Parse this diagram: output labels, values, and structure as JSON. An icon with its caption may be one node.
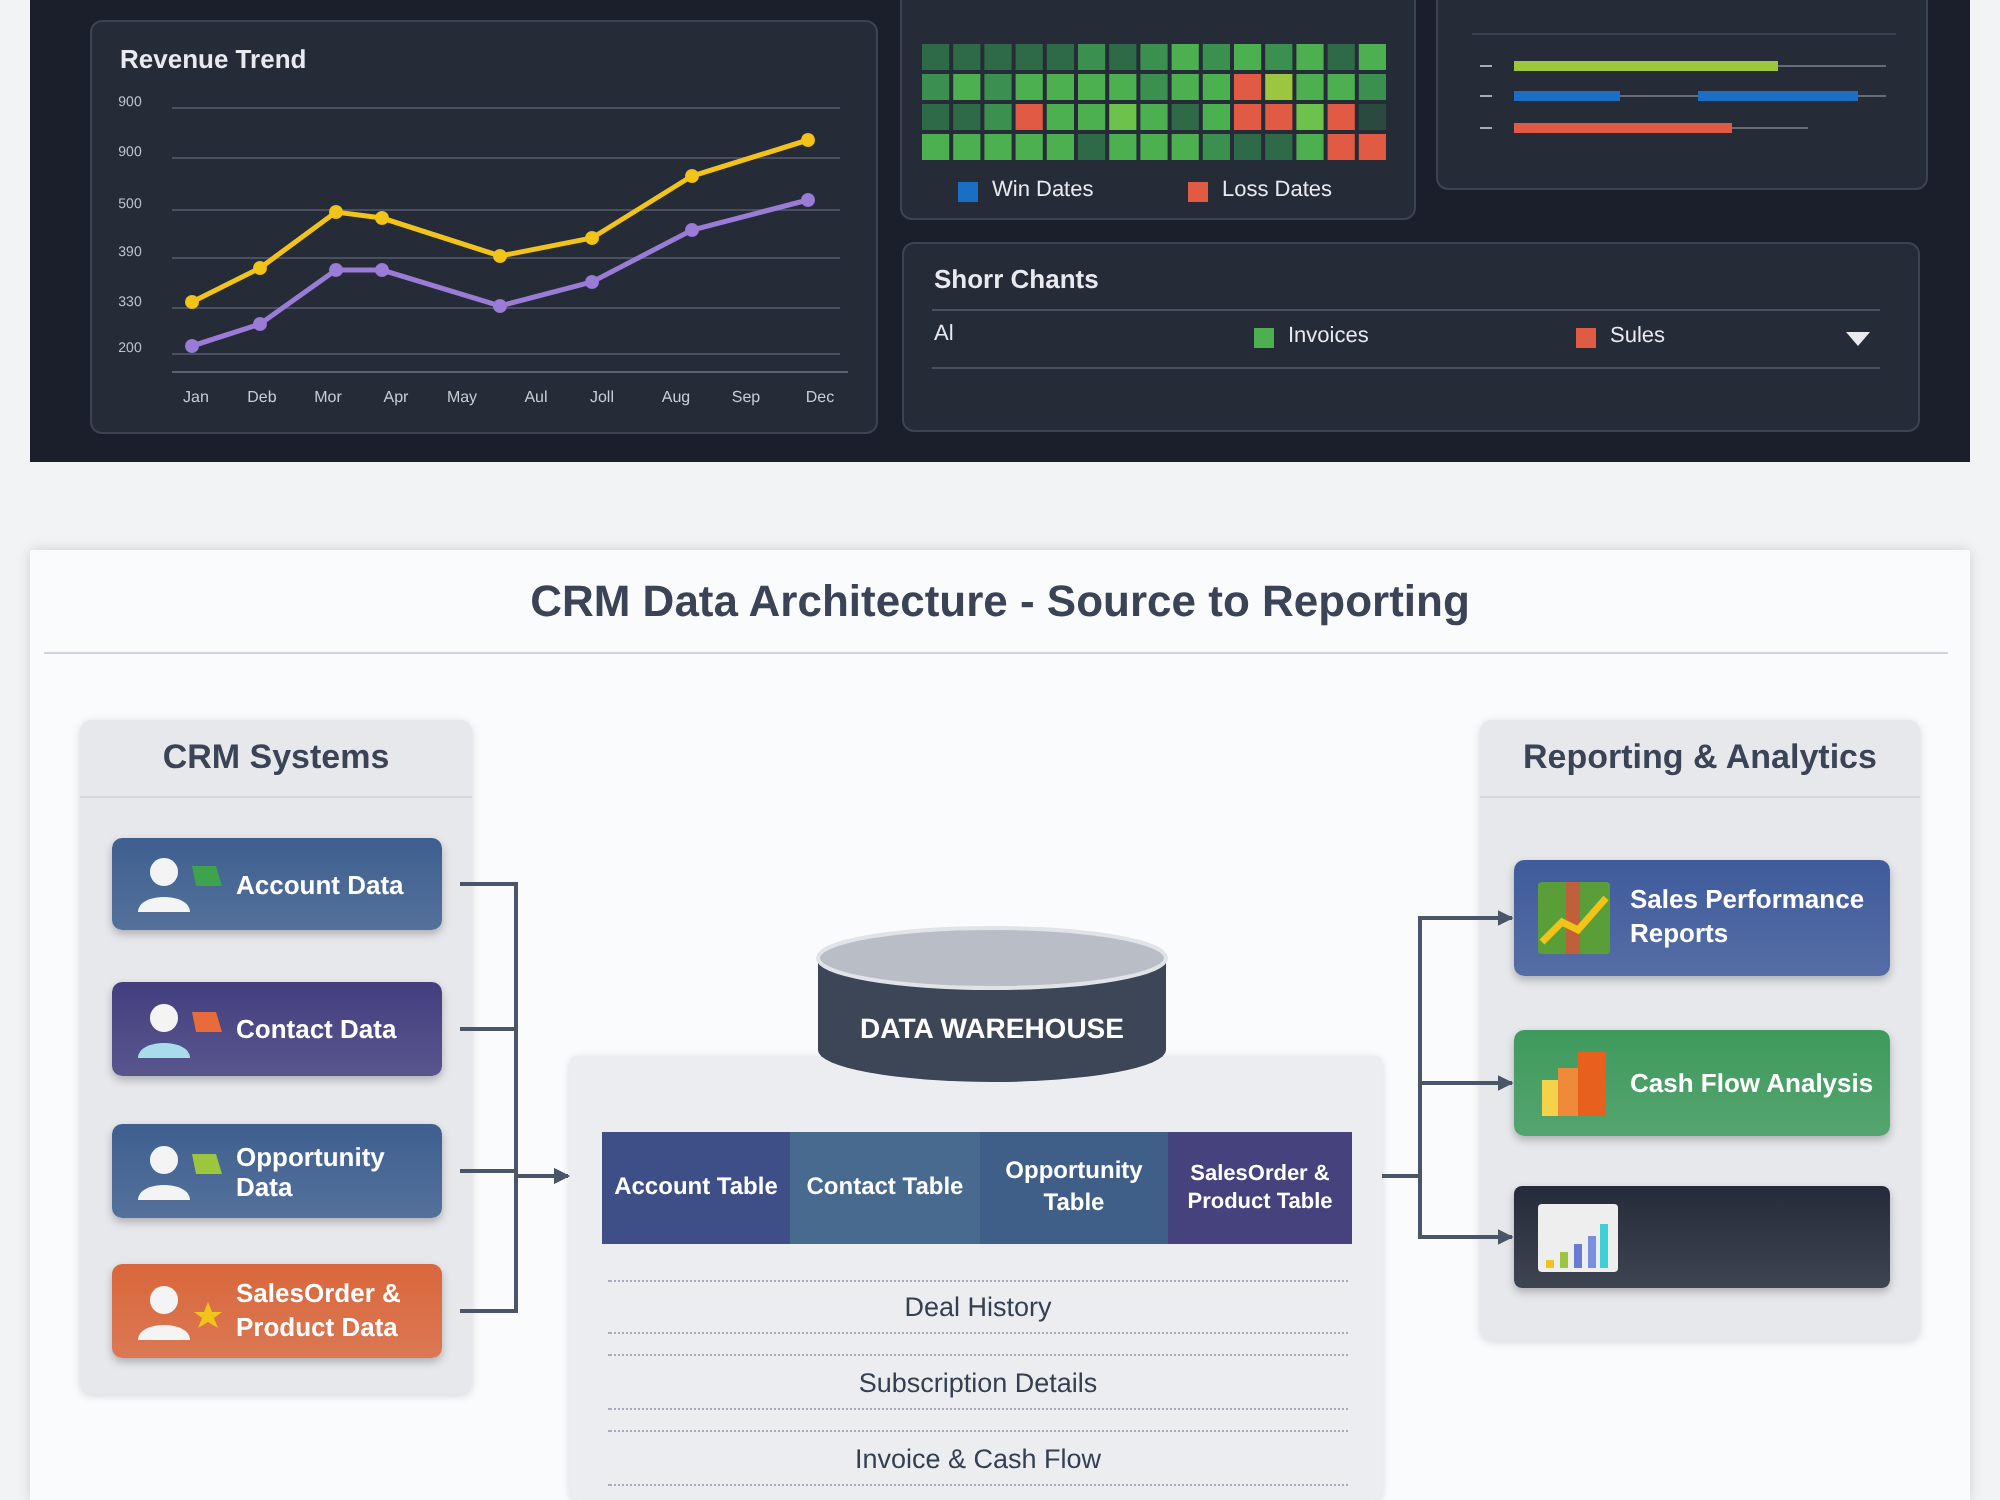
{
  "diagram": {
    "title": "CRM Data Architecture - Source to Reporting",
    "nodes": [
      {
        "text": [
          "CRM Systems"
        ]
      },
      {
        "text": [
          "Account Data"
        ],
        "in": 0
      },
      {
        "text": [
          "Contact Data"
        ],
        "in": 0
      },
      {
        "text": [
          "Opportunity Data"
        ],
        "in": 0
      },
      {
        "text": [
          "SalesOrder & Product Data"
        ],
        "in": 0
      },
      {
        "text": [
          "DATA WAREHOUSE"
        ]
      },
      {
        "text": [],
        "shape": "box"
      },
      {
        "text": [
          "Account Table"
        ],
        "in": 6
      },
      {
        "text": [
          "Contact Table"
        ],
        "in": 6
      },
      {
        "text": [
          "Opportunity Table"
        ],
        "in": 6
      },
      {
        "text": [
          "SalesOrder & Product Table"
        ],
        "in": 6
      },
      {
        "text": [
          "Deal History"
        ],
        "in": 6
      },
      {
        "text": [
          "Subscription Details"
        ],
        "in": 6
      },
      {
        "text": [
          "Invoice & Cash Flow"
        ],
        "in": 6
      },
      {
        "text": [
          "Reporting & Analytics"
        ]
      },
      {
        "text": [
          "Sales Performance Reports"
        ],
        "in": 14
      },
      {
        "text": [
          "Cash Flow Analysis"
        ],
        "in": 14
      },
      {
        "text": [],
        "shape": "box",
        "in": 14
      }
    ],
    "edges": [
      {
        "from": 1,
        "to": 6,
        "arrow": "to"
      },
      {
        "from": 2,
        "to": 6,
        "arrow": "to"
      },
      {
        "from": 3,
        "to": 6,
        "arrow": "to"
      },
      {
        "from": 4,
        "to": 6,
        "arrow": "to"
      },
      {
        "from": 6,
        "to": 15,
        "arrow": "to"
      },
      {
        "from": 6,
        "to": 16,
        "arrow": "to"
      },
      {
        "from": 6,
        "to": 17,
        "arrow": "to"
      }
    ],
    "labels": [
      "Revenue Trend",
      "900",
      "900",
      "500",
      "390",
      "330",
      "200",
      "Jan",
      "Deb",
      "Mor",
      "Apr",
      "May",
      "Aul",
      "Joll",
      "Aug",
      "Sep",
      "Dec",
      "Shorr Chants",
      "Al"
    ],
    "legend": [
      {
        "text": "Win Dates",
        "color": "#1a6fc4"
      },
      {
        "text": "Loss Dates",
        "color": "#e05a44"
      },
      {
        "text": "Invoices",
        "color": "#4caf50"
      },
      {
        "text": "Sules",
        "color": "#e05a44"
      }
    ]
  }
}
